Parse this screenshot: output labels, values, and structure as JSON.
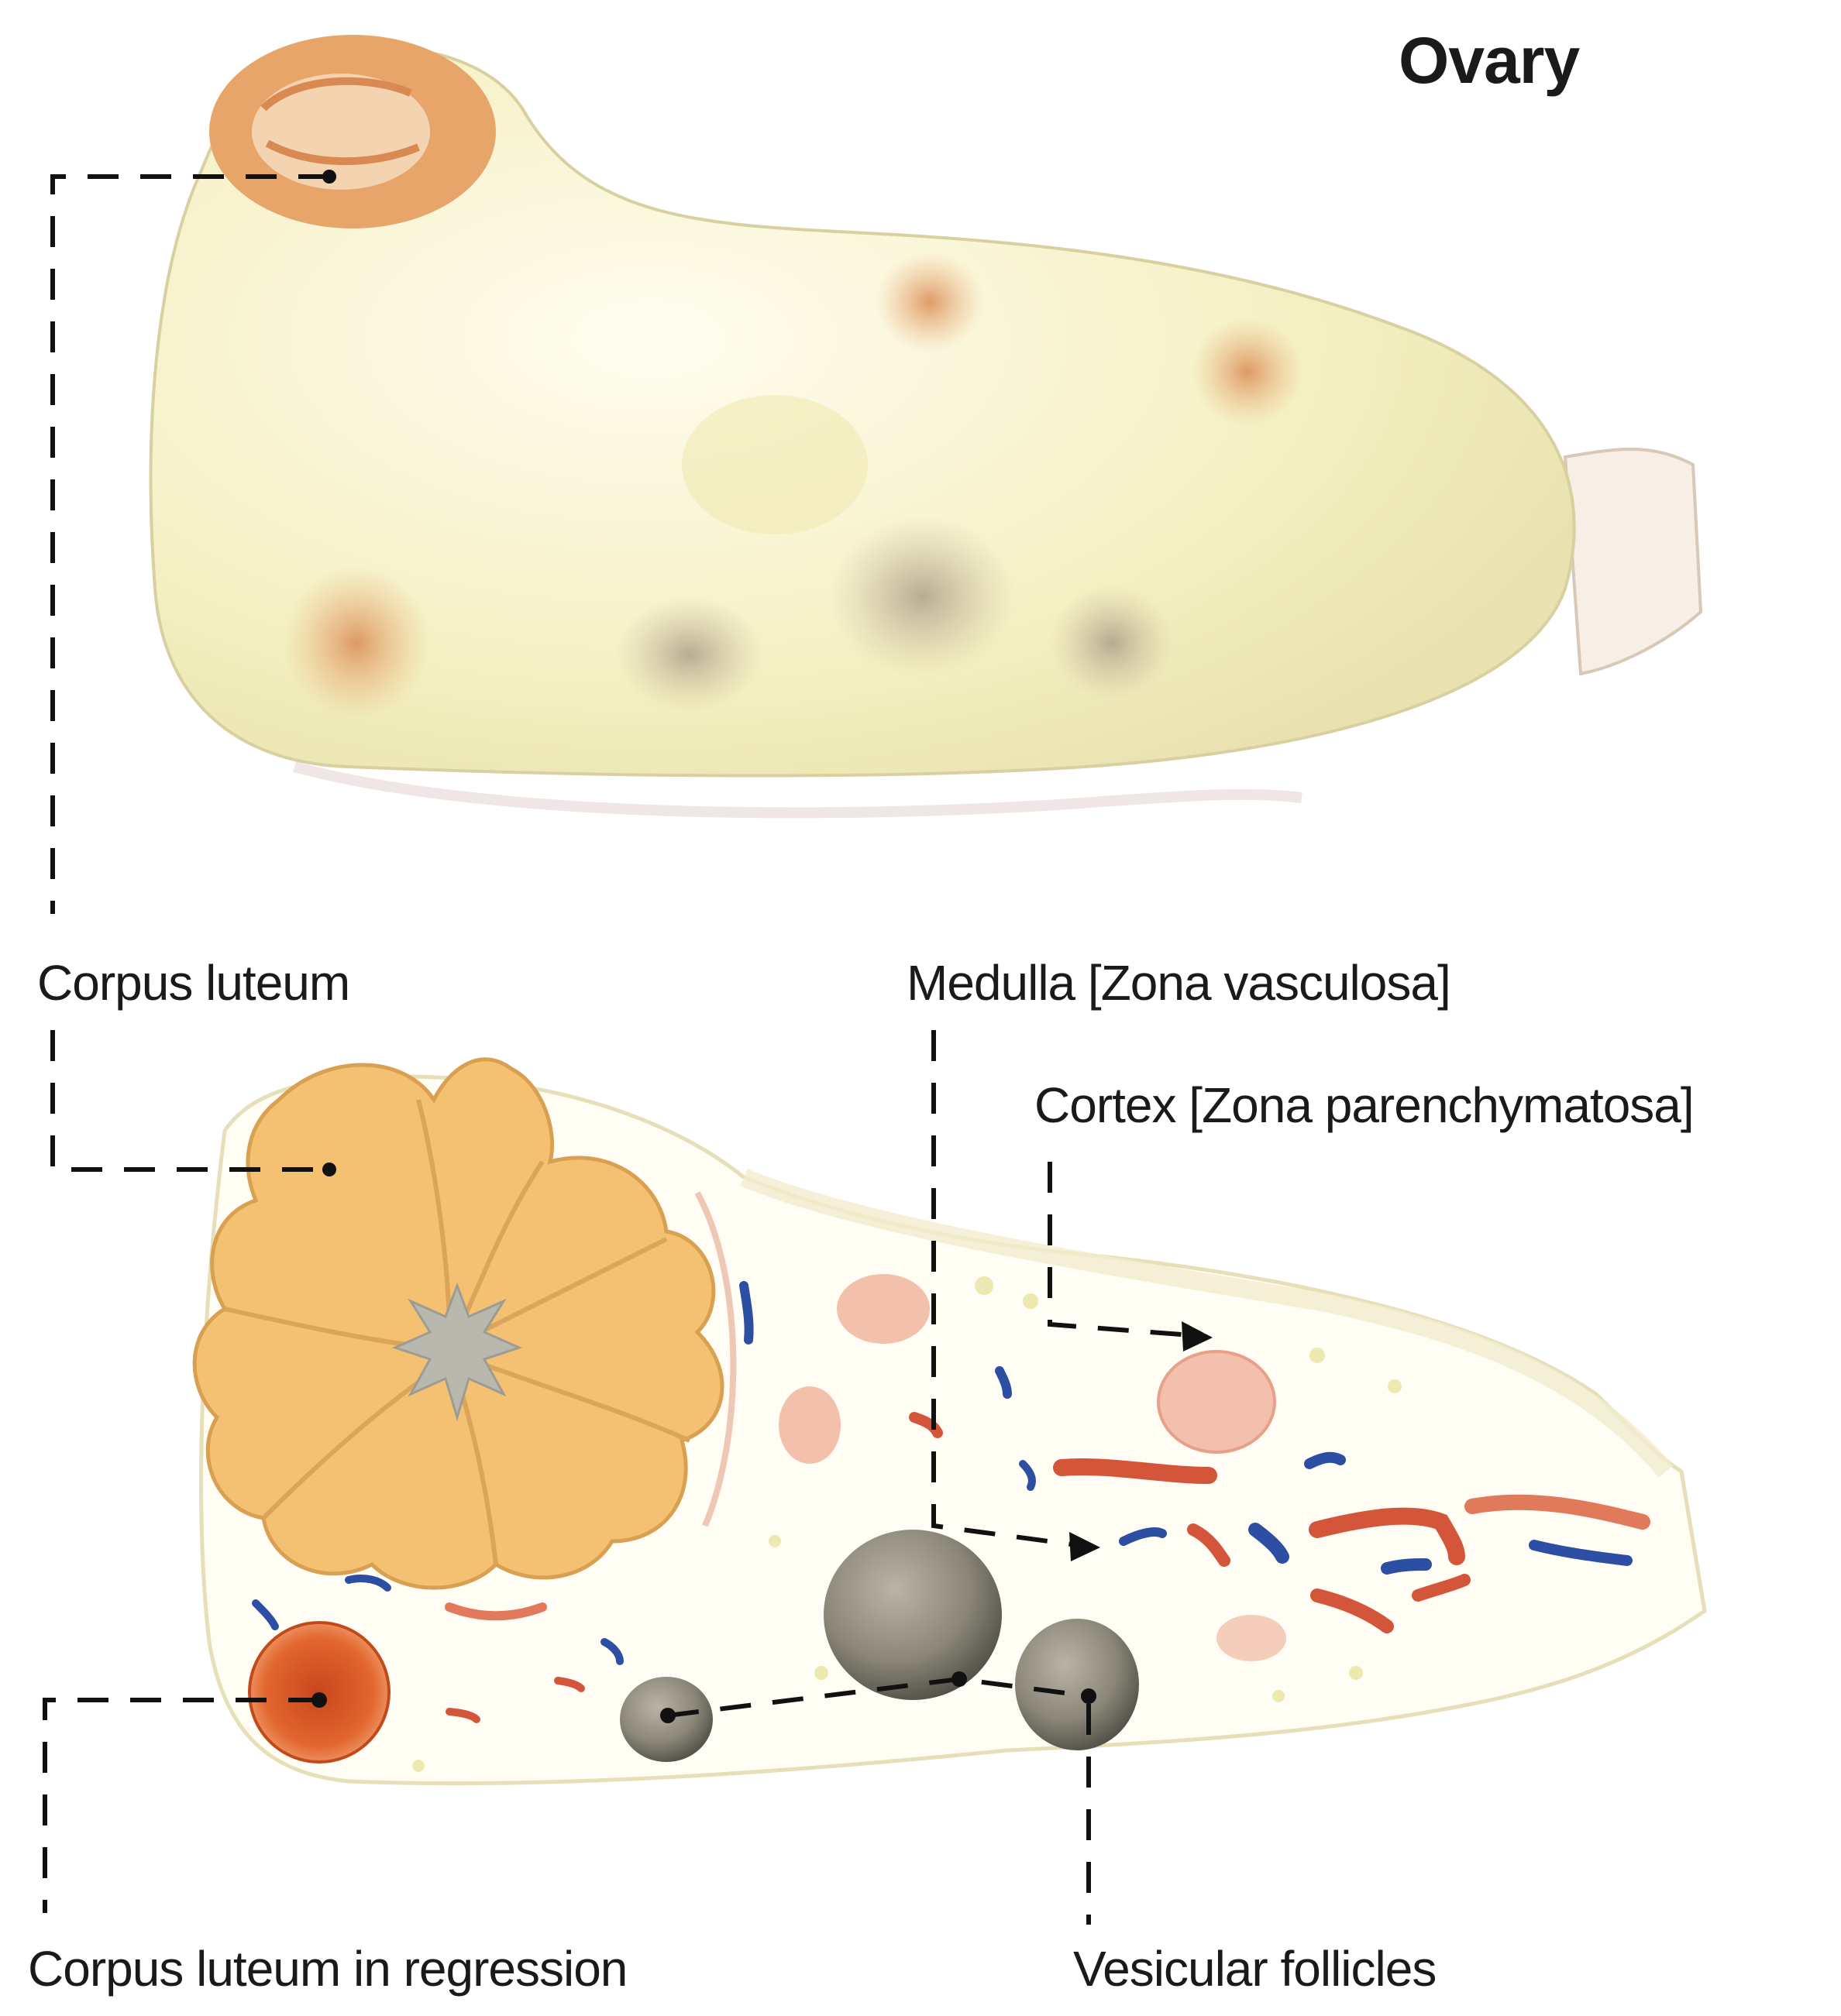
{
  "title": "Ovary",
  "labels": {
    "corpus_luteum": "Corpus luteum",
    "medulla": "Medulla [Zona vasculosa]",
    "cortex": "Cortex [Zona parenchymatosa]",
    "corpus_luteum_regression": "Corpus luteum in regression",
    "vesicular_follicles": "Vesicular follicles"
  },
  "colors": {
    "background": "#ffffff",
    "ovary_surface": "#f6f1c8",
    "corpus_luteum": "#f4c072",
    "regressing_corpus": "#e2662f",
    "follicle": "#8a8678",
    "vessel_red": "#d4563a",
    "vessel_blue": "#2d4fa3",
    "leader_line": "#111111"
  }
}
